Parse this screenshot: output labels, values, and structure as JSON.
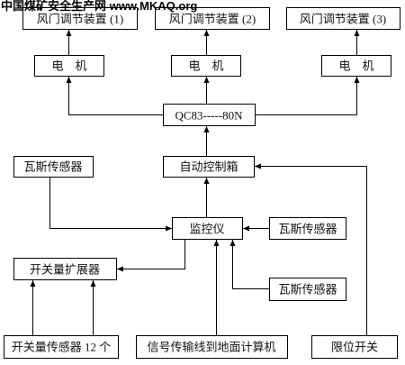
{
  "watermark": "中国煤矿安全生产网 www.MKAQ.org",
  "nodes": {
    "damper_1": "风门调节装置 (1)",
    "damper_2": "风门调节装置 (2)",
    "damper_3": "风门调节装置 (3)",
    "motor_1": "电　机",
    "motor_2": "电　机",
    "motor_3": "电　机",
    "starter": "QC83-----80N",
    "auto_control_box": "自动控制箱",
    "gas_sensor_left": "瓦斯传感器",
    "monitor": "监控仪",
    "gas_sensor_right_1": "瓦斯传感器",
    "gas_sensor_right_2": "瓦斯传感器",
    "switch_expander": "开关量扩展器",
    "switch_sensors": "开关量传感器 12 个",
    "signal_line": "信号传输线到地面计算机",
    "limit_switch": "限位开关"
  },
  "colors": {
    "line": "#000000",
    "background": "#ffffff"
  }
}
